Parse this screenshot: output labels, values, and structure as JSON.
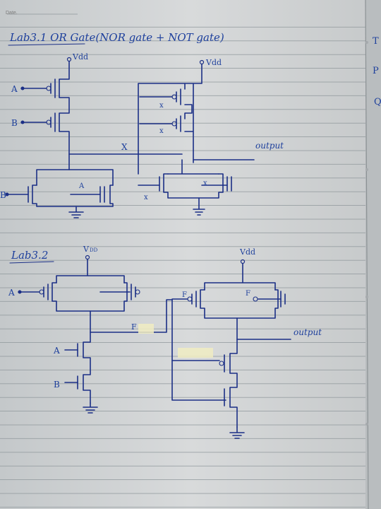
{
  "header": {
    "date_label": "Date."
  },
  "lab1": {
    "title": "Lab3.1  OR Gate(NOR gate + NOT gate)",
    "vdd_left": "Vdd",
    "vdd_right": "Vdd",
    "input_a": "A",
    "input_b": "B",
    "input_b2": "B",
    "input_a2": "A",
    "node_x": "X",
    "output": "output"
  },
  "lab2": {
    "title": "Lab3.2",
    "vdd_left": "V",
    "vdd_sub": "DD",
    "vdd_right": "Vdd",
    "input_a": "A",
    "input_a_lower": "A",
    "input_b_lower": "B",
    "node_f": "F",
    "output": "output"
  },
  "margin_right": [
    "T",
    "P",
    "Q"
  ]
}
